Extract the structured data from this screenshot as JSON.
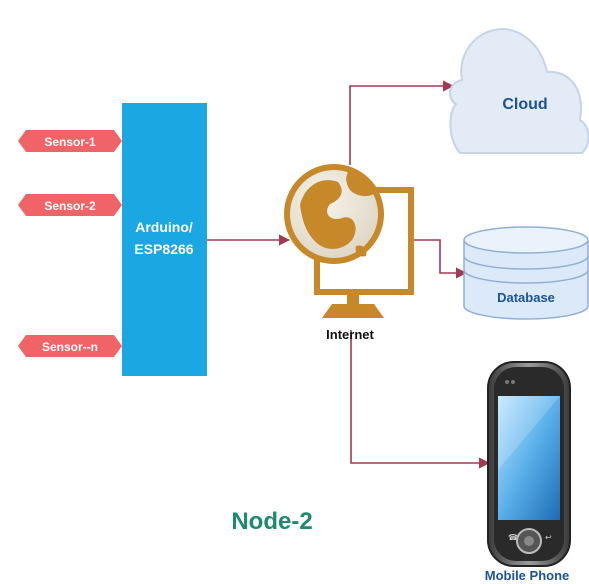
{
  "sensors": [
    "Sensor-1",
    "Sensor-2",
    "Sensor--n"
  ],
  "controller": {
    "line1": "Arduino/",
    "line2": "ESP8266"
  },
  "internet_label": "Internet",
  "cloud_label": "Cloud",
  "database_label": "Database",
  "mobile_label": "Mobile Phone",
  "node_label": "Node-2",
  "colors": {
    "sensor_fill": "#f06468",
    "controller_fill": "#1aa7e2",
    "connector": "#a23a54",
    "cloud_fill": "#e2ebf6",
    "database_fill": "#dbe9f8",
    "node_text": "#1f8a6c",
    "globe": "#c7882a"
  }
}
